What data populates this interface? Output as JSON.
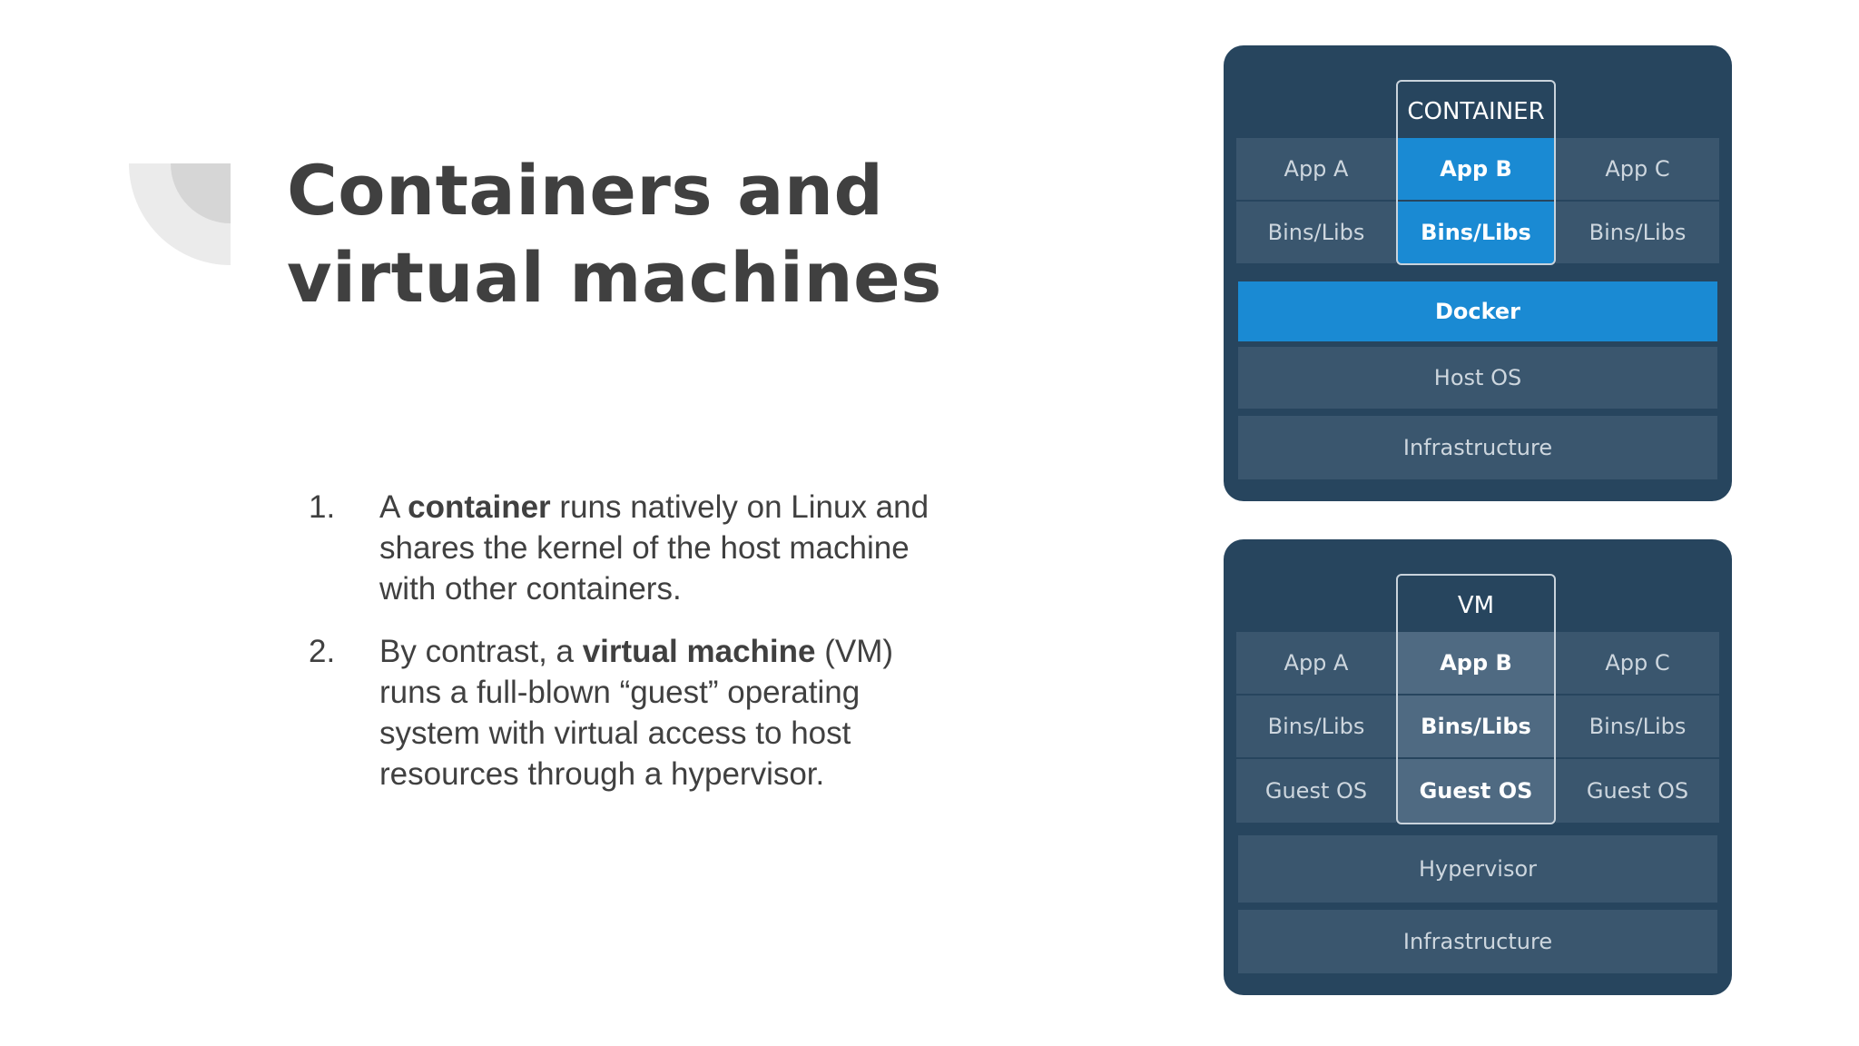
{
  "slide": {
    "title_line1": "Containers and",
    "title_line2": "virtual machines",
    "items": [
      {
        "number": "1.",
        "pre": "A ",
        "bold": "container",
        "post": " runs natively on Linux and shares the kernel of the host machine with other containers."
      },
      {
        "number": "2.",
        "pre": "By contrast, a ",
        "bold": "virtual machine",
        "post": " (VM) runs a full-blown “guest” operating system with virtual access to host resources through a hypervisor."
      }
    ]
  },
  "colors": {
    "panel": "#27455e",
    "cell": "#3a566e",
    "docker_blue": "#1a8ad3",
    "vm_highlight": "#4f6a82",
    "title_text": "#404040"
  },
  "container_diagram": {
    "label": "CONTAINER",
    "apps": [
      "App A",
      "App B",
      "App C"
    ],
    "bins": [
      "Bins/Libs",
      "Bins/Libs",
      "Bins/Libs"
    ],
    "docker": "Docker",
    "host_os": "Host OS",
    "infrastructure": "Infrastructure"
  },
  "vm_diagram": {
    "label": "VM",
    "apps": [
      "App A",
      "App B",
      "App C"
    ],
    "bins": [
      "Bins/Libs",
      "Bins/Libs",
      "Bins/Libs"
    ],
    "guest_os": [
      "Guest OS",
      "Guest OS",
      "Guest OS"
    ],
    "hypervisor": "Hypervisor",
    "infrastructure": "Infrastructure"
  }
}
